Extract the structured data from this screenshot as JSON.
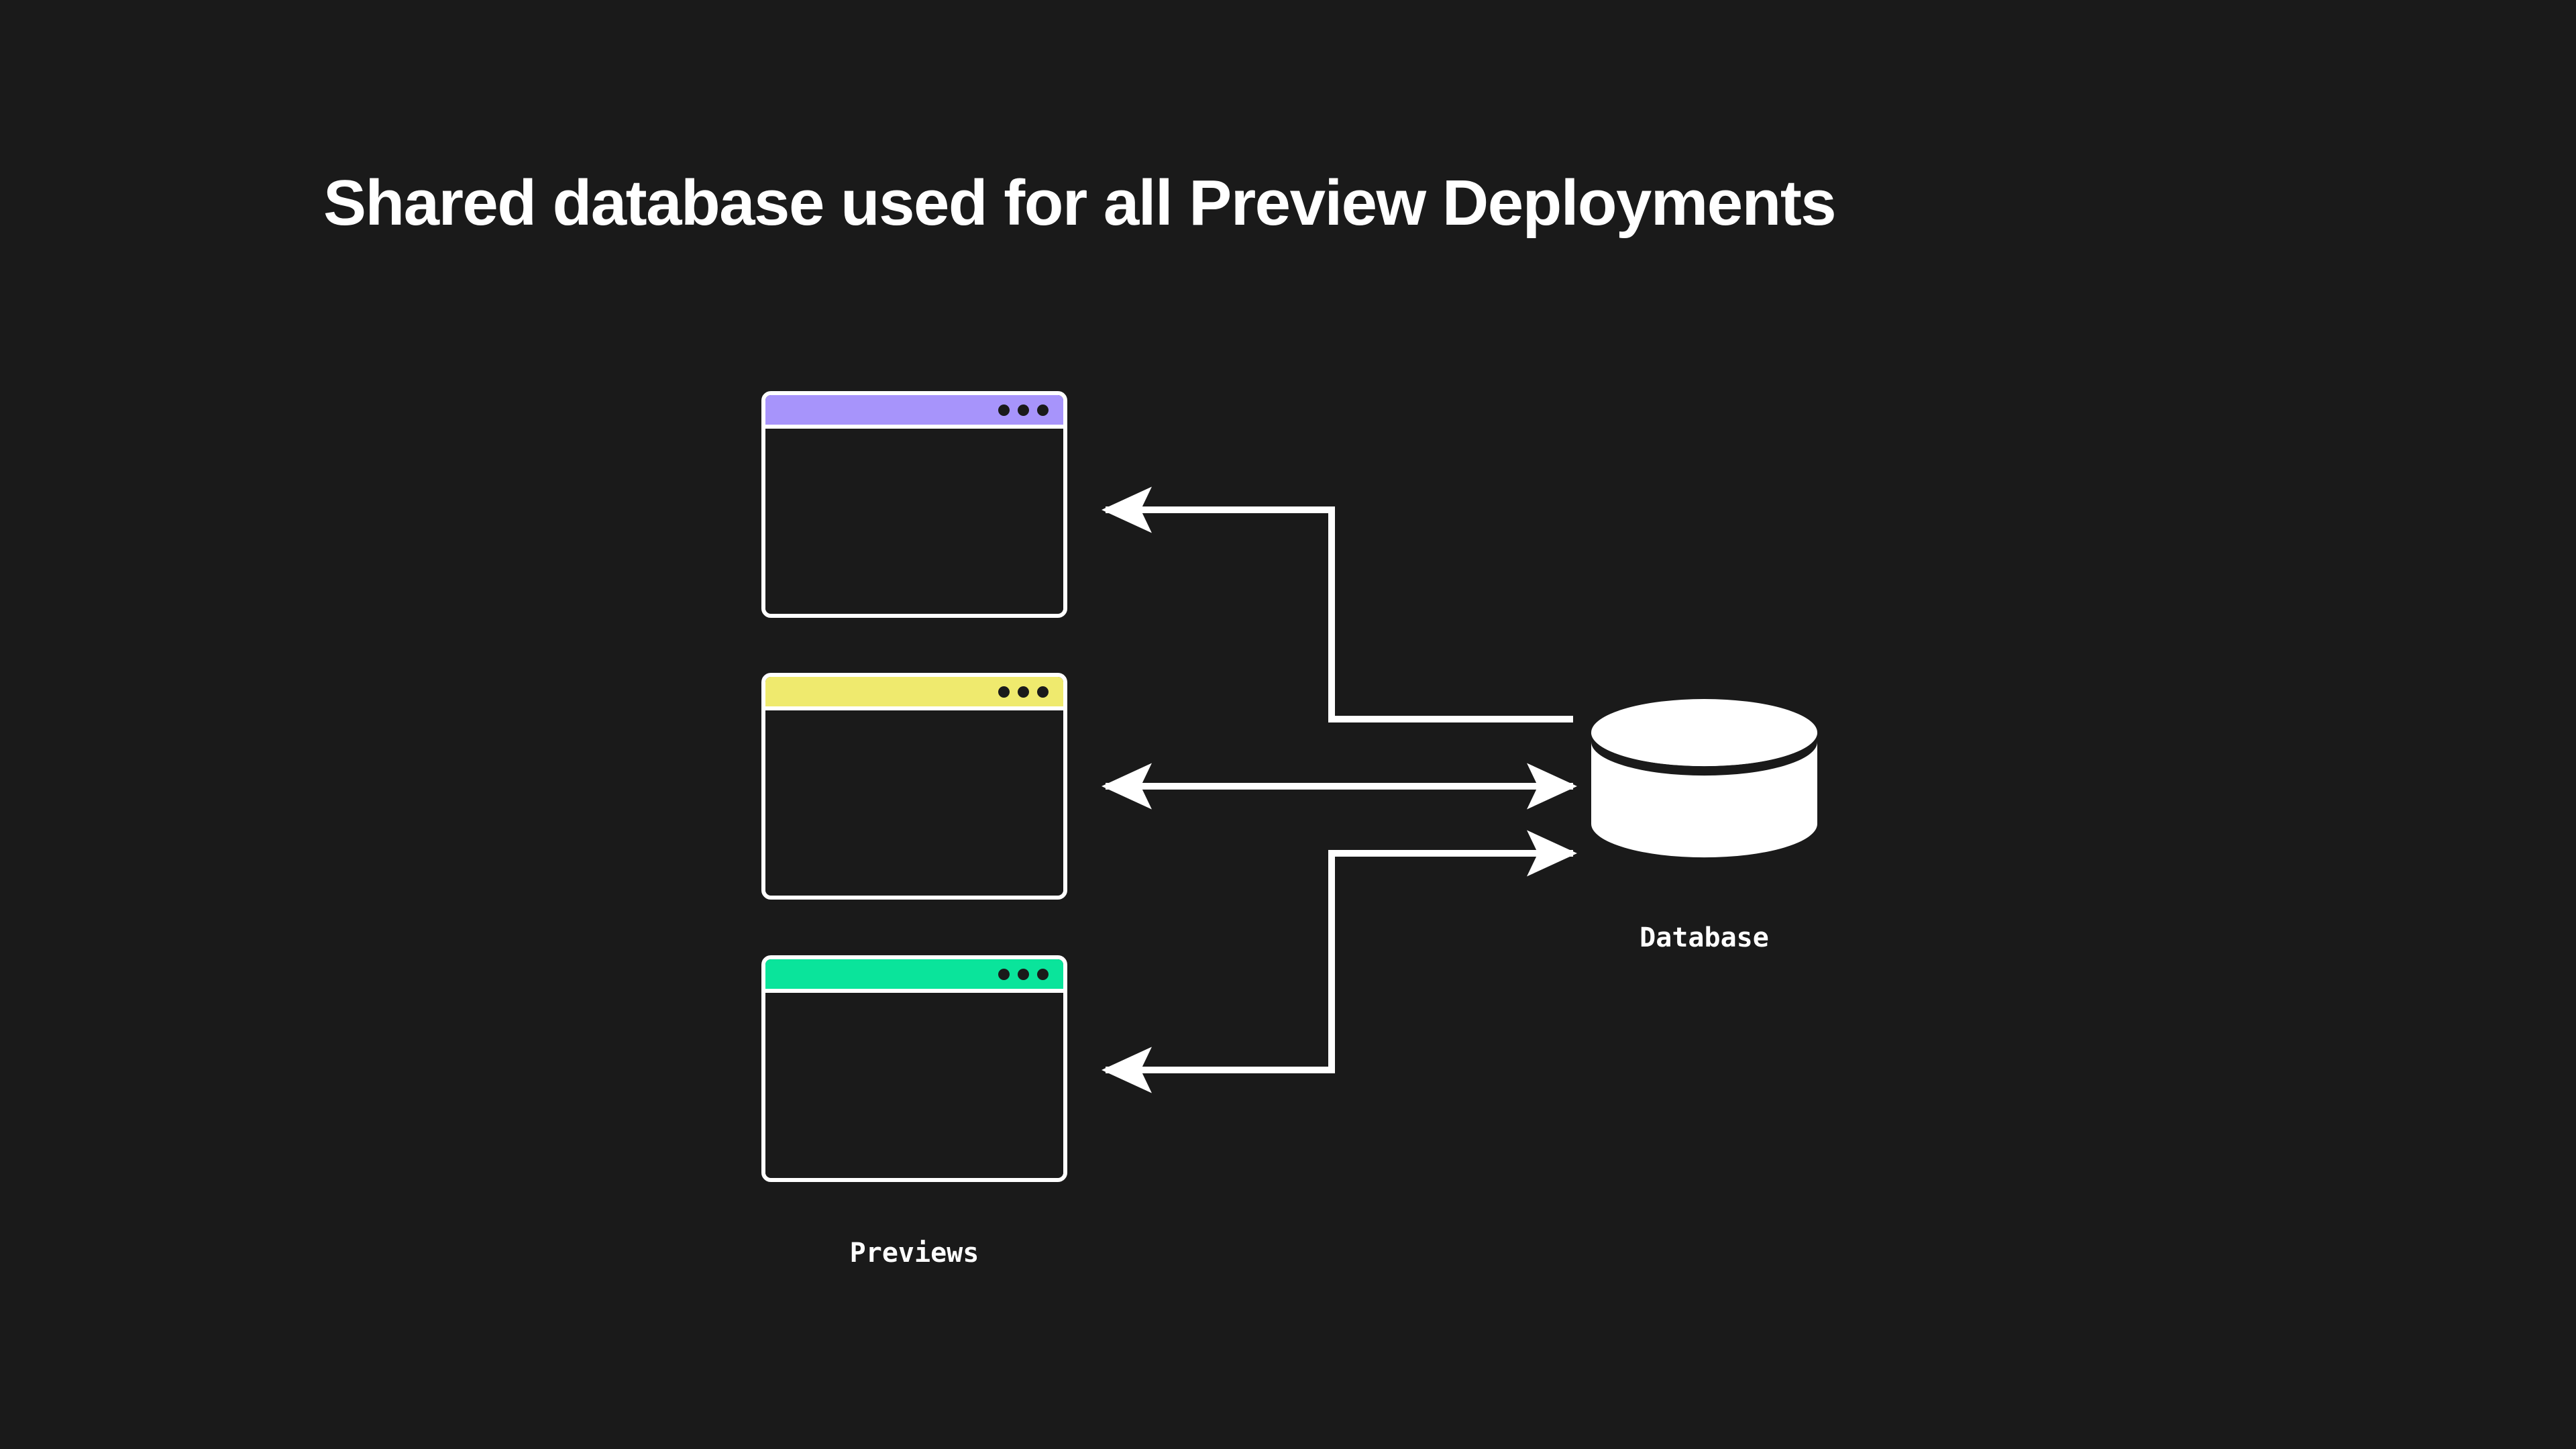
{
  "title": "Shared database used for all Preview Deployments",
  "colors": {
    "background": "#1a1a1a",
    "stroke": "#ffffff",
    "preview_1_accent": "#a794fb",
    "preview_2_accent": "#efea6e",
    "preview_3_accent": "#0ae49b"
  },
  "previews": {
    "caption": "Previews",
    "windows": [
      {
        "id": "preview-1",
        "accent": "#a794fb",
        "accent_name": "purple",
        "dots": 3
      },
      {
        "id": "preview-2",
        "accent": "#efea6e",
        "accent_name": "yellow",
        "dots": 3
      },
      {
        "id": "preview-3",
        "accent": "#0ae49b",
        "accent_name": "green",
        "dots": 3
      }
    ]
  },
  "database": {
    "caption": "Database",
    "shape": "cylinder",
    "fill": "#ffffff"
  },
  "connections": [
    {
      "id": "connection-preview-1",
      "from": "database",
      "to": "preview-1",
      "direction": "one-way",
      "arrow_at": "preview-1",
      "routing": "elbow"
    },
    {
      "id": "connection-preview-2",
      "from": "preview-2",
      "to": "database",
      "direction": "two-way",
      "arrow_at": "both",
      "routing": "straight"
    },
    {
      "id": "connection-preview-3",
      "from": "preview-3",
      "to": "database",
      "direction": "two-way-split",
      "arrow_at": "both",
      "routing": "elbow"
    }
  ]
}
